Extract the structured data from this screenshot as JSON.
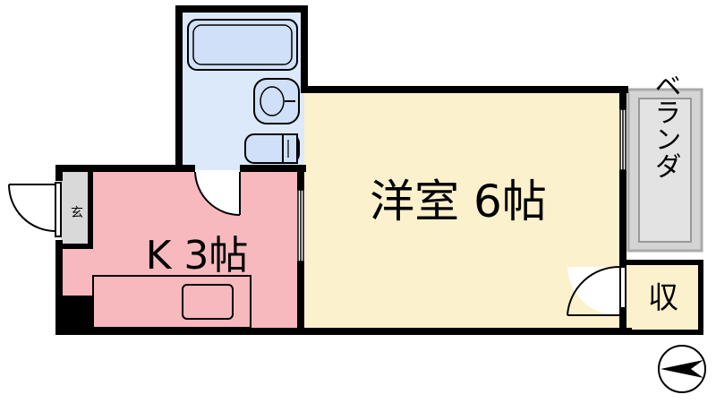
{
  "rooms": {
    "western_room": "洋室 6帖",
    "kitchen": "K 3帖",
    "balcony": "ベランダ",
    "storage": "収",
    "entrance": "玄"
  },
  "colors": {
    "wall": "#000000",
    "bath_fill": "#dce9fb",
    "bath_fixture": "#cfe0f8",
    "western_room_fill": "#fbf1cc",
    "kitchen_fill": "#f7b9bd",
    "balcony_fill": "#d4d4d4",
    "storage_fill": "#fbf1cc",
    "entrance_fill": "#d9d9d9"
  },
  "icons": {
    "compass": "north-arrow-icon"
  }
}
